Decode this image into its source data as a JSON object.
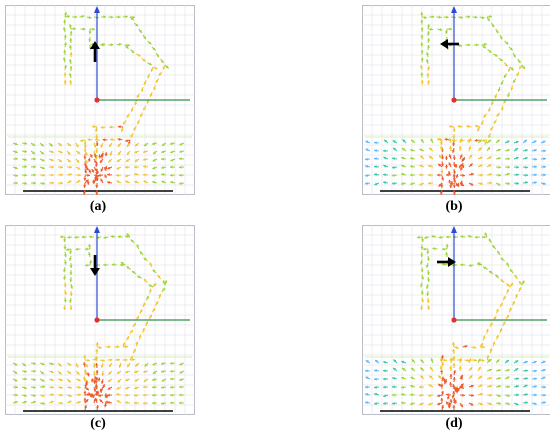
{
  "panels": [
    {
      "id": "a",
      "label": "(a)",
      "arrow_direction": "up",
      "source_field": "warm"
    },
    {
      "id": "b",
      "label": "(b)",
      "arrow_direction": "left",
      "source_field": "cool"
    },
    {
      "id": "c",
      "label": "(c)",
      "arrow_direction": "down",
      "source_field": "warm"
    },
    {
      "id": "d",
      "label": "(d)",
      "arrow_direction": "right",
      "source_field": "cool"
    }
  ],
  "colors": {
    "grid": "#d9dde3",
    "frame": "#b9bec6",
    "axis_vertical": "#2a4bd7",
    "axis_horizontal": "#2f8f4a",
    "origin": "#e03030",
    "indicator_arrow": "#000000",
    "ground_line": "#000000",
    "vector_low": "#5bb8ff",
    "vector_mid_low": "#36c9a7",
    "vector_mid": "#9ed43a",
    "vector_mid_high": "#f0c531",
    "vector_high": "#ee5a2c"
  },
  "icons": {
    "indicator": "current-direction-arrow-icon",
    "origin": "origin-dot-icon"
  }
}
